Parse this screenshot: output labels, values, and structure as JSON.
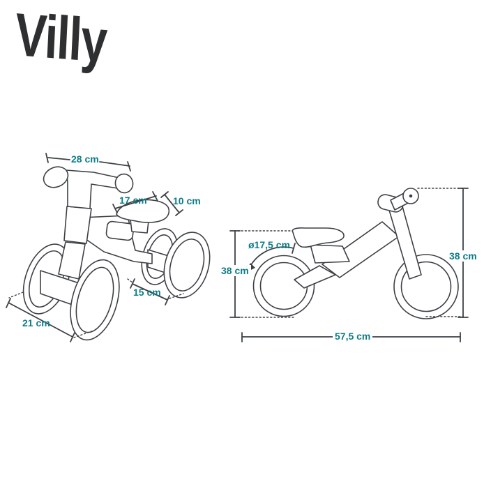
{
  "logo": {
    "text": "Villy",
    "color": "#2d2f30"
  },
  "colors": {
    "dimension_text": "#0e7c89",
    "line_color": "#3d4144",
    "background": "#ffffff"
  },
  "left_bike": {
    "description": "four-wheel mini ride-on bike, perspective outline drawing",
    "dims": {
      "handlebar_width": {
        "label": "28 cm"
      },
      "seat_length": {
        "label": "17 cm"
      },
      "seat_width": {
        "label": "10 cm"
      },
      "rear_track": {
        "label": "15 cm"
      },
      "front_track": {
        "label": "21 cm"
      }
    }
  },
  "right_bike": {
    "description": "two-wheel balance bike, side outline drawing",
    "dims": {
      "wheel_diameter": {
        "label": "ø17,5 cm"
      },
      "seat_height": {
        "label": "38 cm"
      },
      "handlebar_height": {
        "label": "38 cm"
      },
      "total_length": {
        "label": "57,5 cm"
      }
    }
  }
}
